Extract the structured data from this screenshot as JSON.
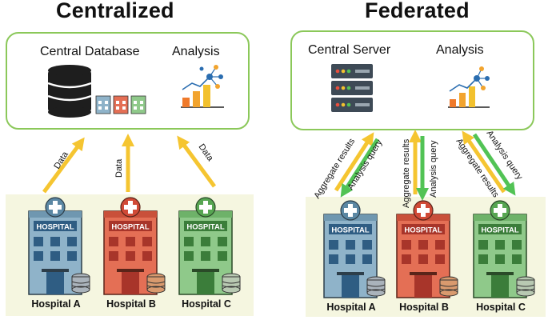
{
  "centralized": {
    "title": "Centralized",
    "db_label": "Central Database",
    "analysis_label": "Analysis",
    "arrow_label": "Data",
    "hospitals": [
      "Hospital A",
      "Hospital B",
      "Hospital C"
    ]
  },
  "federated": {
    "title": "Federated",
    "server_label": "Central Server",
    "analysis_label": "Analysis",
    "up_label": "Aggregate results",
    "down_label": "Analysis query",
    "hospitals": [
      "Hospital A",
      "Hospital B",
      "Hospital C"
    ]
  },
  "sign_text": "HOSPITAL",
  "colors": {
    "box_border": "#8bc85a",
    "arrow_yellow": "#f5c531",
    "arrow_green": "#52c355",
    "hospital_a": "#8fb3c9",
    "hospital_b": "#e46f55",
    "hospital_c": "#8fc98a",
    "panel_bg": "#f5f6e0"
  },
  "icons": [
    "database-icon",
    "server-icon",
    "chart-icon",
    "hospital-icon",
    "storage-icon"
  ]
}
